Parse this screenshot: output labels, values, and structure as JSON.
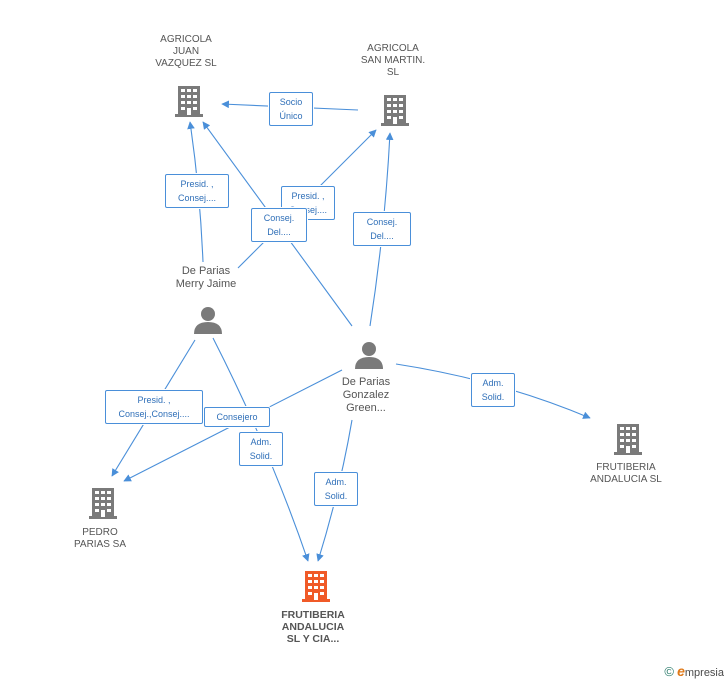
{
  "colors": {
    "edge": "#4a8fd9",
    "company": "#7a7a7a",
    "focus_company": "#f05a28",
    "person": "#7a7a7a"
  },
  "nodes": {
    "agricola_juan": {
      "label": "AGRICOLA\nJUAN\nVAZQUEZ  SL",
      "icon": "building-icon"
    },
    "agricola_san_martin": {
      "label": "AGRICOLA\nSAN MARTIN.\nSL",
      "icon": "building-icon"
    },
    "de_parias_merry": {
      "label": "De Parias\nMerry Jaime",
      "icon": "person-icon"
    },
    "de_parias_gonzalez": {
      "label": "De Parias\nGonzalez\nGreen...",
      "icon": "person-icon"
    },
    "frutiberia_sl": {
      "label": "FRUTIBERIA\nANDALUCIA SL",
      "icon": "building-icon"
    },
    "pedro_parias": {
      "label": "PEDRO\nPARIAS SA",
      "icon": "building-icon"
    },
    "frutiberia_cia": {
      "label": "FRUTIBERIA\nANDALUCIA\nSL Y CIA...",
      "icon": "building-icon"
    }
  },
  "edge_labels": {
    "socio_unico": "Socio\nÚnico",
    "presid_consej_1": "Presid. ,\nConsej....",
    "presid_consej_2": "Presid. ,\nConsej....",
    "consej_del_1": "Consej.\nDel....",
    "consej_del_2": "Consej.\nDel....",
    "adm_solid_1": "Adm.\nSolid.",
    "adm_solid_2": "Adm.\nSolid.",
    "adm_solid_3": "Adm.\nSolid.",
    "presid_consej_consej": "Presid. ,\nConsej.,Consej....",
    "consejero": "Consejero"
  },
  "brand": {
    "copyright": "©",
    "e": "e",
    "rest": "mpresia"
  }
}
